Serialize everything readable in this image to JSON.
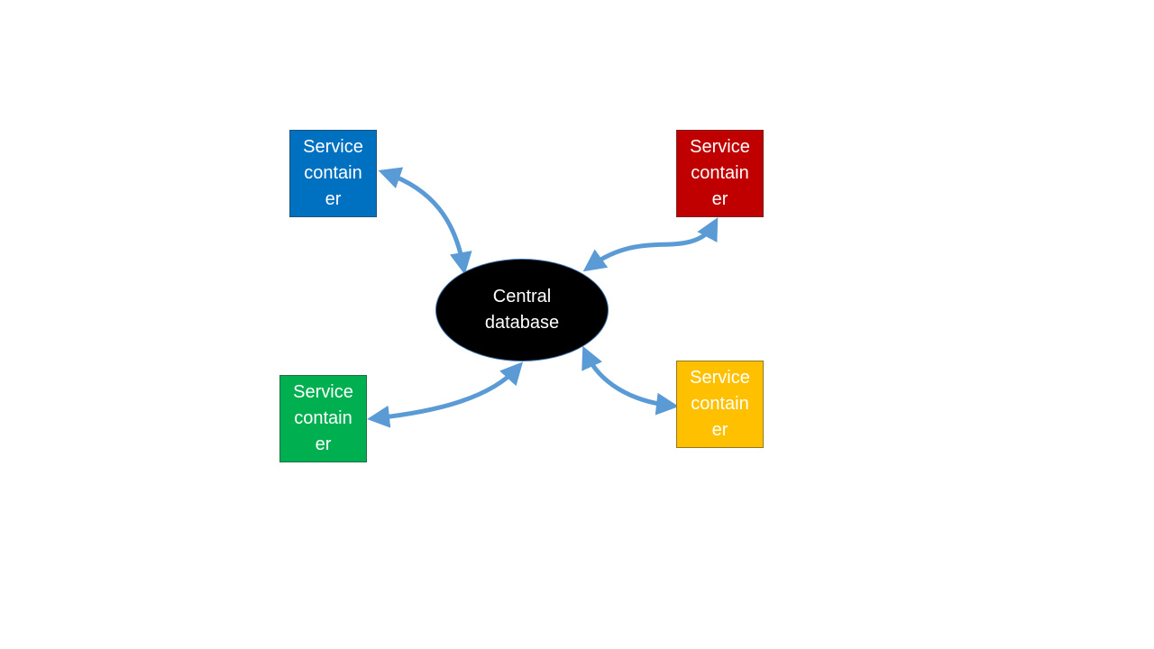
{
  "diagram": {
    "central": {
      "label": "Central\ndatabase",
      "color": "#000000"
    },
    "services": [
      {
        "id": "blue",
        "label": "Service\ncontain\ner",
        "color": "#0070C0"
      },
      {
        "id": "red",
        "label": "Service\ncontain\ner",
        "color": "#C00000"
      },
      {
        "id": "green",
        "label": "Service\ncontain\ner",
        "color": "#00B050"
      },
      {
        "id": "yellow",
        "label": "Service\ncontain\ner",
        "color": "#FFC000"
      }
    ],
    "connector_color": "#5B9BD5",
    "connector_style": "curved double-headed arrow"
  }
}
